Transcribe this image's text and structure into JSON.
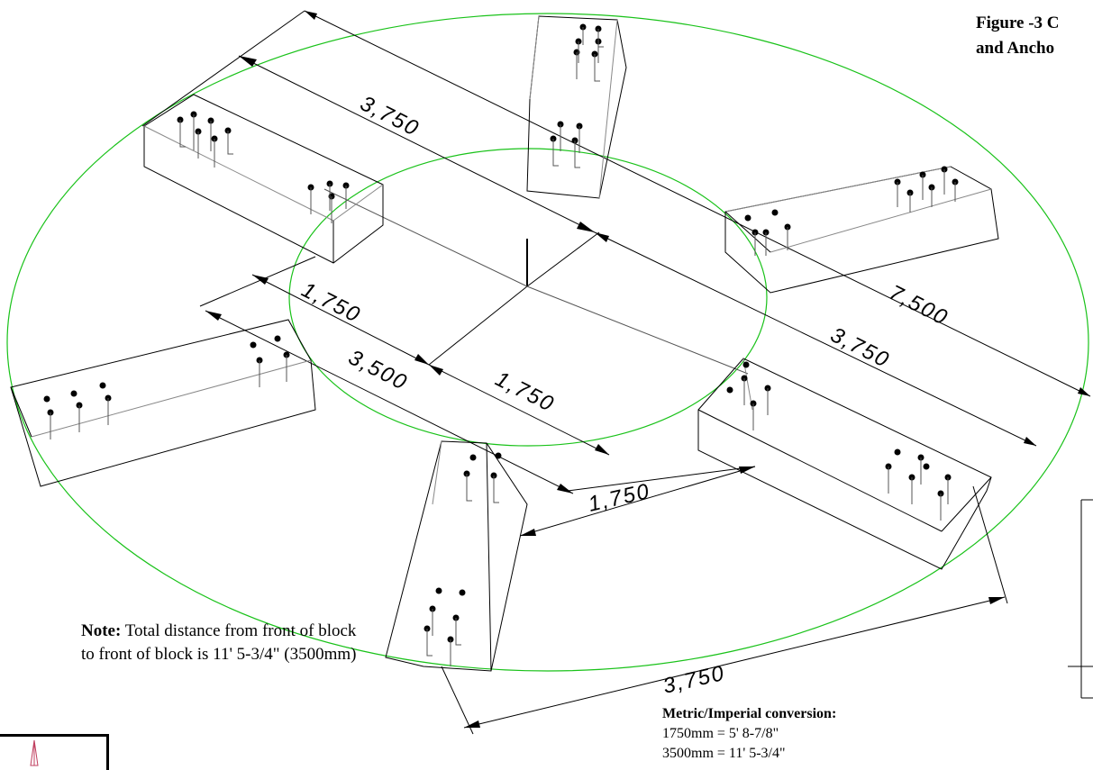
{
  "figure": {
    "title_line1": "Figure -3 C",
    "title_line2": "and Ancho"
  },
  "dimensions": {
    "top_left": "3,750",
    "right_outer": "7,500",
    "right_inner": "3,750",
    "left_inner": "1,750",
    "left_outer": "3,500",
    "center": "1,750",
    "bottom_gap": "1,750",
    "bottom": "3,750"
  },
  "note": {
    "label": "Note:",
    "text": "Total distance from front of block to front of block is 11' 5-3/4\" (3500mm)"
  },
  "conversion": {
    "header": "Metric/Imperial conversion:",
    "line1": "1750mm = 5' 8-7/8\"",
    "line2": "3500mm = 11' 5-3/4\""
  },
  "colors": {
    "circle": "#19c219",
    "lines": "#000000",
    "block_edge": "#888888"
  }
}
